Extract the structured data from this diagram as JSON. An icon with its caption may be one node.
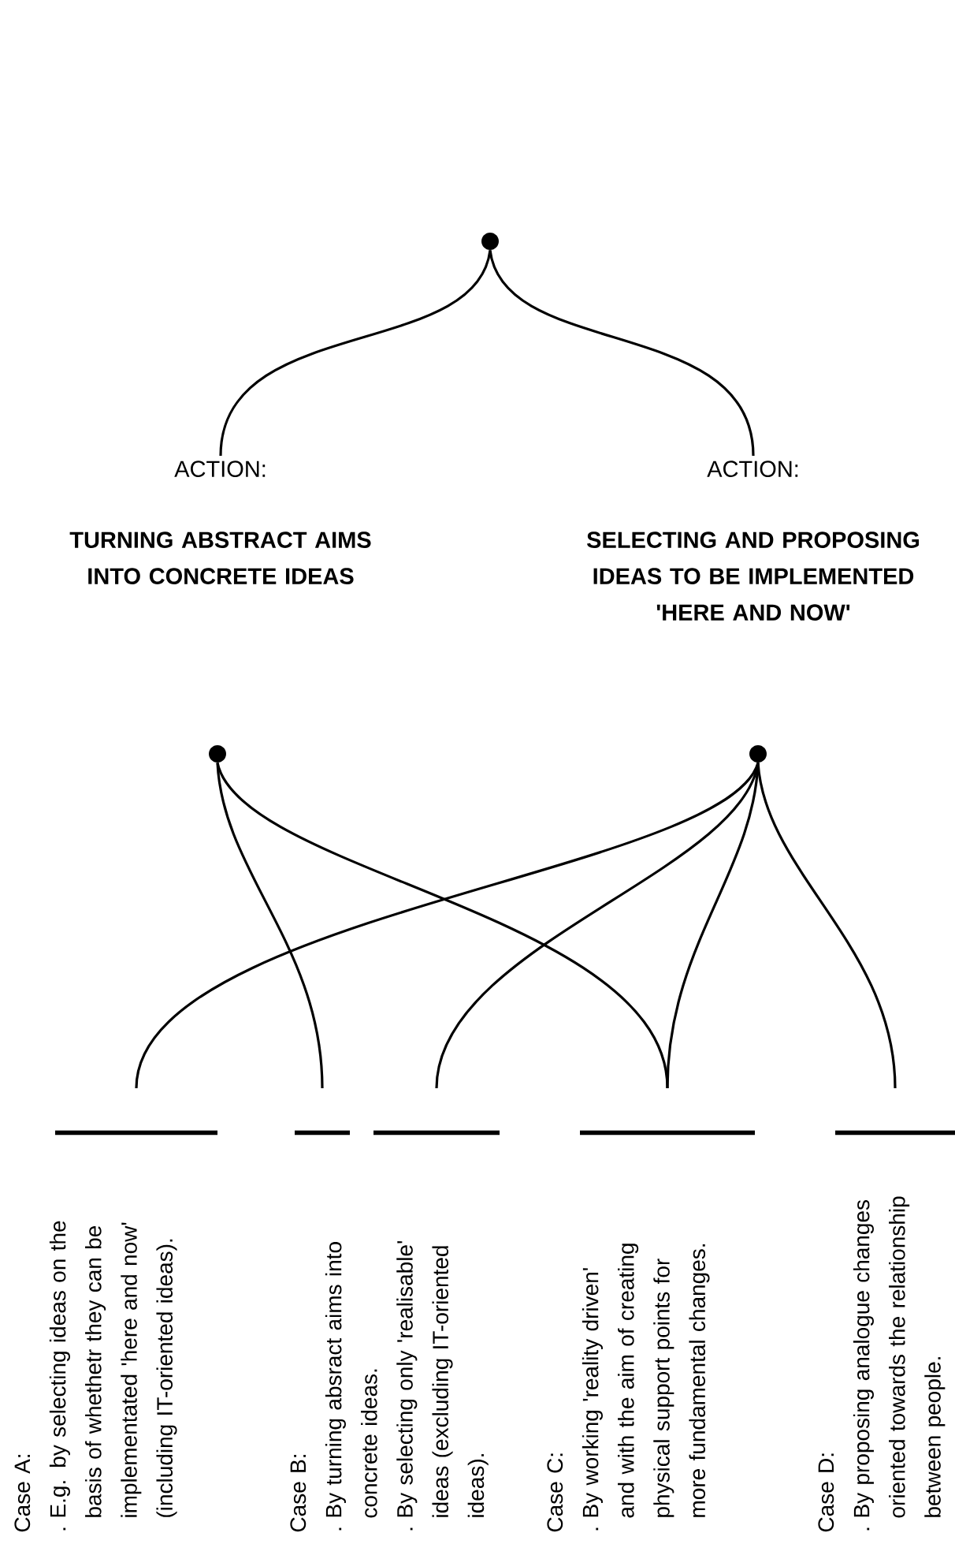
{
  "diagram": {
    "nodes": [
      {
        "text": [],
        "shape": "circle"
      },
      {
        "text": [
          "ACTION:",
          "TURNING ABSTRACT AIMS INTO CONCRETE IDEAS"
        ]
      },
      {
        "text": [
          "ACTION:",
          "SELECTING AND PROPOSING IDEAS TO BE IMPLEMENTED 'HERE AND NOW'"
        ]
      },
      {
        "text": [],
        "shape": "circle"
      },
      {
        "text": [],
        "shape": "circle"
      },
      {
        "text": [],
        "shape": "bar"
      },
      {
        "text": [],
        "shape": "bar"
      },
      {
        "text": [],
        "shape": "bar"
      },
      {
        "text": [],
        "shape": "bar"
      },
      {
        "text": [],
        "shape": "bar"
      },
      {
        "text": [
          "Case A:",
          "E.g. by selecting ideas on the basis of whethetr they can be implementated 'here and now' (including IT-oriented ideas)."
        ]
      },
      {
        "text": [
          "Case B:",
          "By turning absract aims into concrete ideas.",
          "By selecting only 'realisable' ideas (excluding IT-oriented ideas)."
        ]
      },
      {
        "text": [
          "Case C:",
          "By working 'reality driven' and with the aim of creating physical support points for more fundamental changes."
        ]
      },
      {
        "text": [
          "Case D:",
          "By proposing analogue changes oriented towards the relationship between people."
        ]
      }
    ],
    "edges": [
      {
        "from": 0,
        "to": 1,
        "arrow": "none"
      },
      {
        "from": 0,
        "to": 2,
        "arrow": "none"
      },
      {
        "from": 3,
        "to": 6,
        "arrow": "none"
      },
      {
        "from": 3,
        "to": 8,
        "arrow": "none"
      },
      {
        "from": 4,
        "to": 5,
        "arrow": "none"
      },
      {
        "from": 4,
        "to": 7,
        "arrow": "none"
      },
      {
        "from": 4,
        "to": 8,
        "arrow": "none"
      },
      {
        "from": 4,
        "to": 9,
        "arrow": "none"
      }
    ]
  }
}
